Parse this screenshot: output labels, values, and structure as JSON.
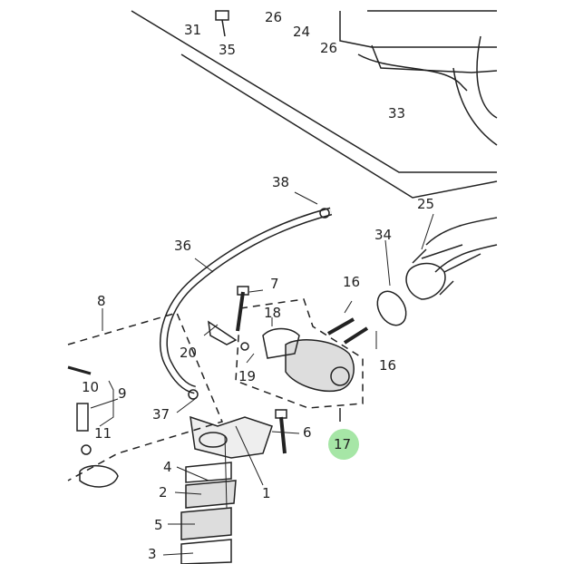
{
  "diagram": {
    "highlight_color": "#a6e6a6",
    "highlighted_part": "17",
    "labels": {
      "p31": "31",
      "p35": "35",
      "p26a": "26",
      "p24": "24",
      "p26b": "26",
      "p33": "33",
      "p38": "38",
      "p25": "25",
      "p36": "36",
      "p7": "7",
      "p34": "34",
      "p16a": "16",
      "p18": "18",
      "p16b": "16",
      "p8": "8",
      "p20": "20",
      "p19": "19",
      "p10": "10",
      "p9": "9",
      "p11": "11",
      "p37": "37",
      "p6": "6",
      "p17": "17",
      "p4": "4",
      "p1": "1",
      "p2": "2",
      "p5": "5",
      "p3": "3"
    }
  }
}
